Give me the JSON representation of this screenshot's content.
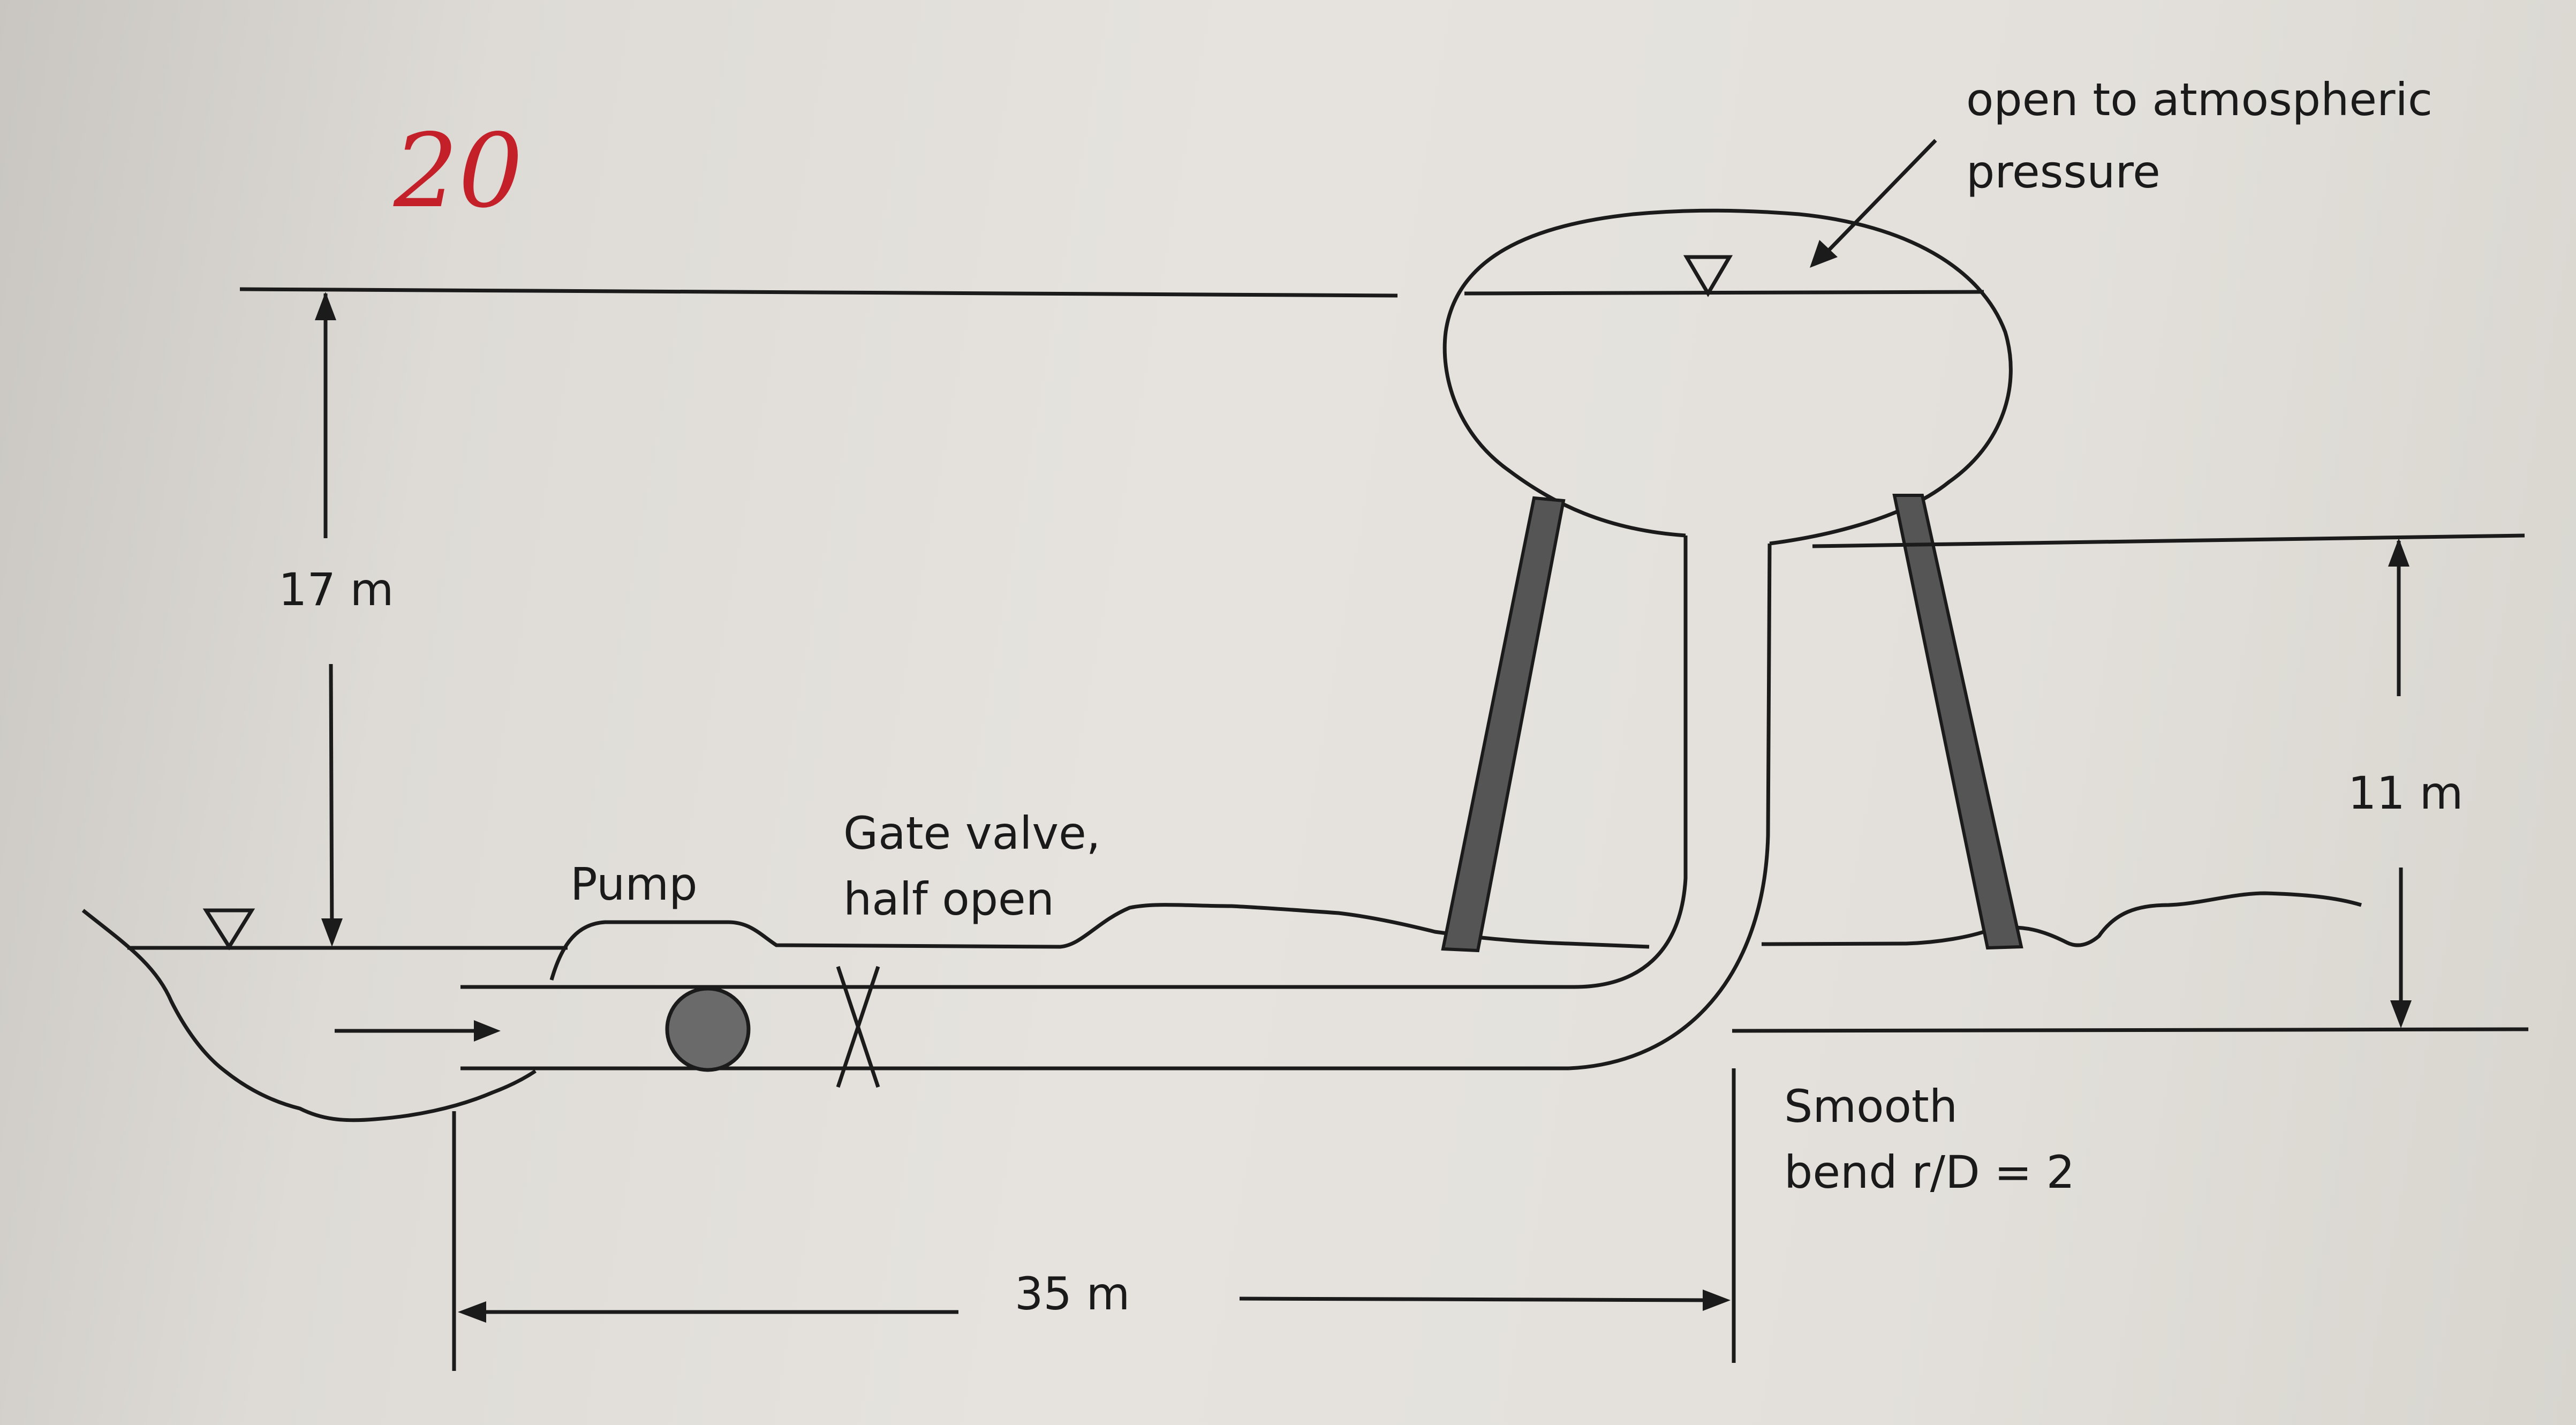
{
  "handwritten_number": "20",
  "labels": {
    "tank_note_line1": "open to atmospheric",
    "tank_note_line2": "pressure",
    "height_left": "17 m",
    "height_right": "11 m",
    "pump": "Pump",
    "valve_line1": "Gate valve,",
    "valve_line2": "half open",
    "bend_line1": "Smooth",
    "bend_line2": "bend r/D = 2",
    "length": "35 m"
  },
  "symbols": {
    "free_surface": "water-level-triangle-icon",
    "pump": "pump-circle-icon",
    "valve": "gate-valve-x-icon"
  }
}
